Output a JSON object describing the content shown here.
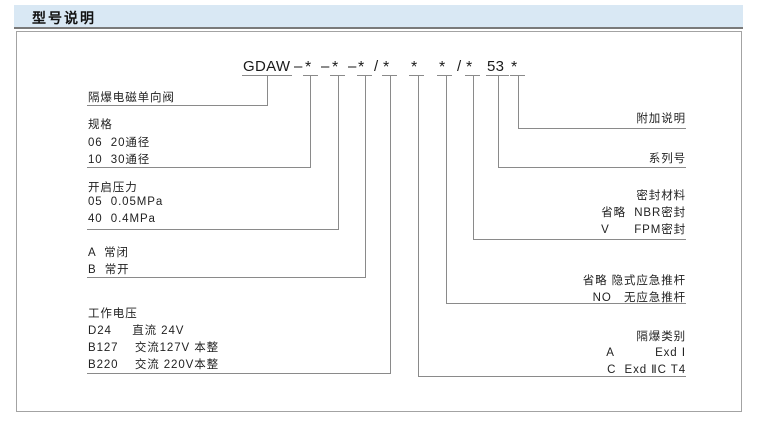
{
  "header": {
    "title": "型号说明"
  },
  "colors": {
    "header_bg": "#d9e8f4",
    "line": "#8a8a8a"
  },
  "code": {
    "tokens": [
      "GDAW",
      "–",
      "*",
      "–",
      "*",
      "–",
      "*",
      "/",
      "*",
      "*",
      "*",
      "/",
      "*",
      "53",
      "*"
    ]
  },
  "left": {
    "valve_label": "隔爆电磁单向阀",
    "spec": {
      "title": "规格",
      "rows": [
        "06  20通径",
        "10  30通径"
      ]
    },
    "pressure": {
      "title": "开启压力",
      "rows": [
        "05  0.05MPa",
        "40  0.4MPa"
      ]
    },
    "mode": {
      "rows": [
        "A  常闭",
        "B  常开"
      ]
    },
    "voltage": {
      "title": "工作电压",
      "rows": [
        "D24     直流 24V",
        "B127    交流127V 本整",
        "B220    交流 220V本整"
      ]
    }
  },
  "right": {
    "extra_note": "附加说明",
    "series_no": "系列号",
    "seal": {
      "title": "密封材料",
      "rows": [
        "省略  NBR密封",
        "V      FPM密封"
      ]
    },
    "rod": {
      "rows": [
        "省略 隐式应急推杆",
        "NO   无应急推杆"
      ]
    },
    "exd": {
      "title": "隔爆类别",
      "rows": [
        "A          Exd Ⅰ",
        "C  Exd ⅡC T4"
      ]
    }
  }
}
